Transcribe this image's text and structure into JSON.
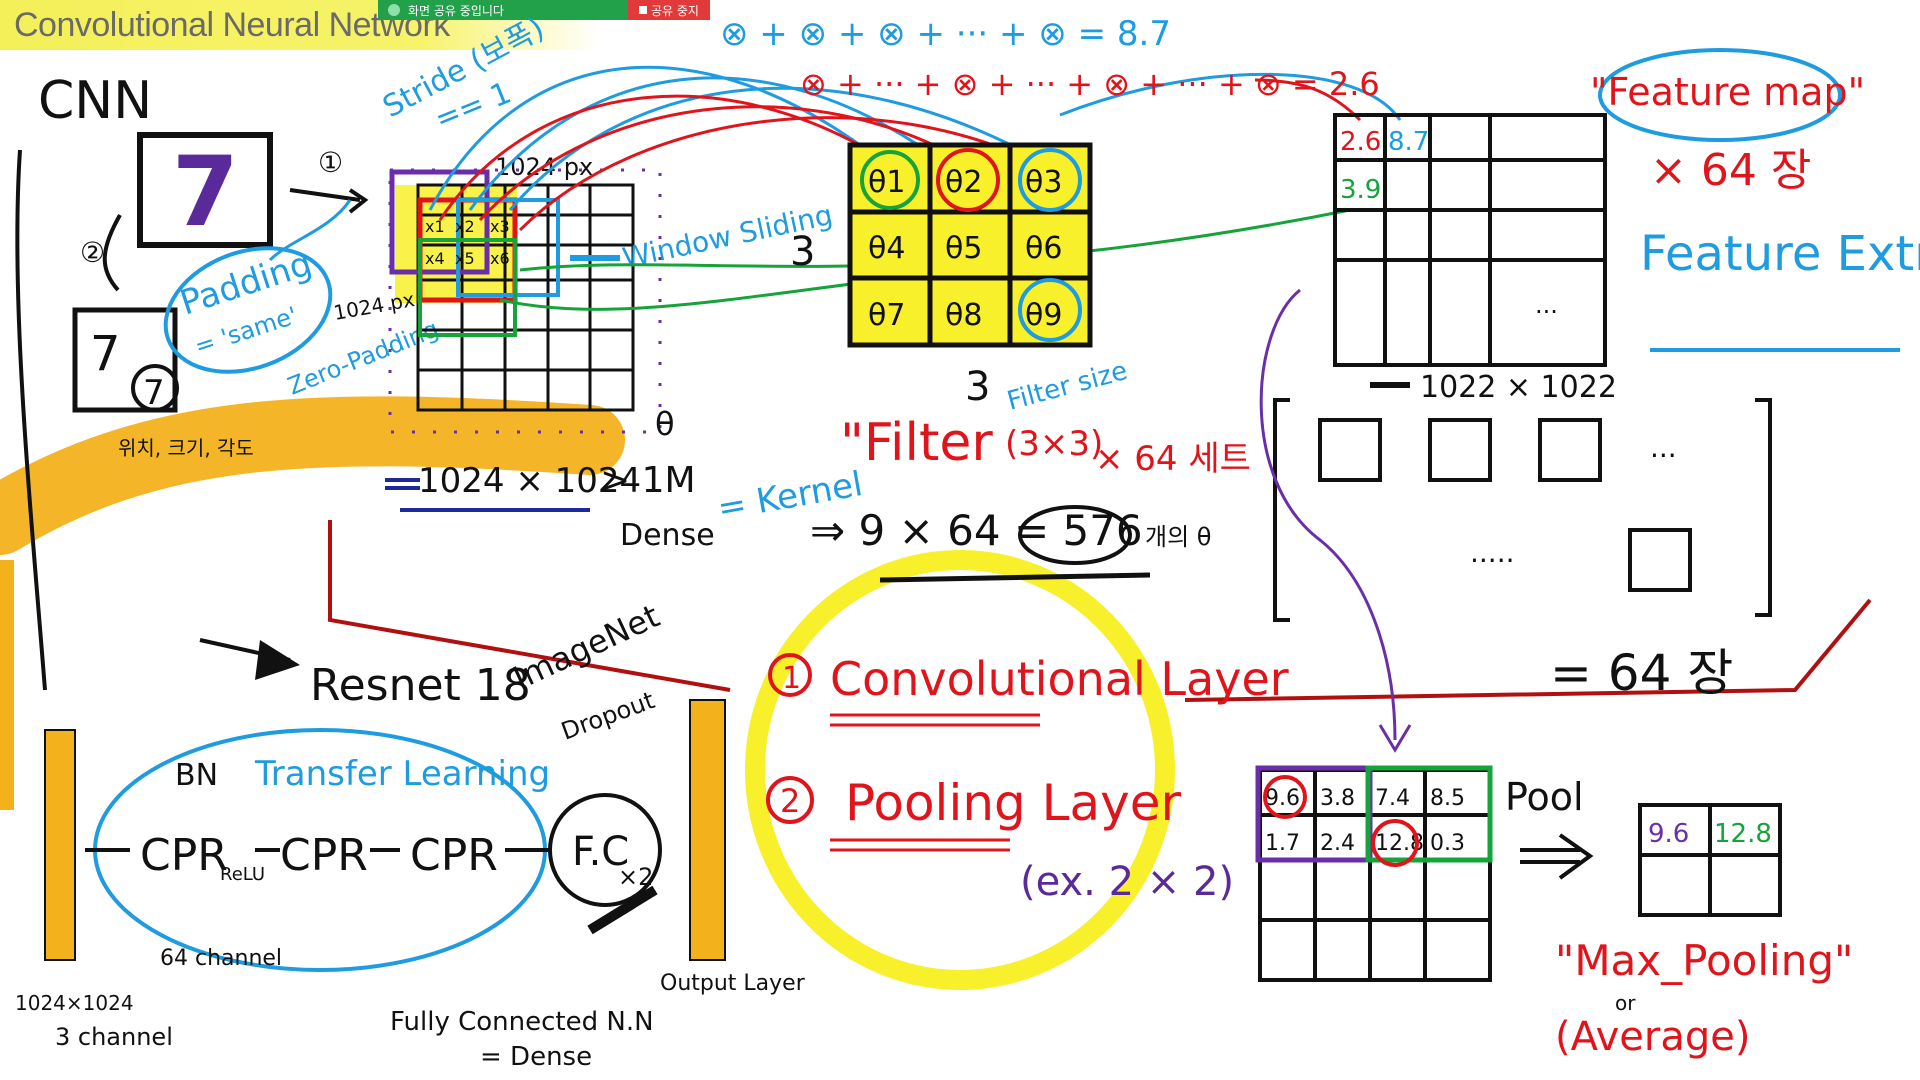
{
  "header": {
    "title": "Convolutional Neural Network",
    "share_status": "화면 공유 중입니다",
    "stop_share_label": "공유 중지"
  },
  "colors": {
    "black": "#111111",
    "blue": "#1f9be0",
    "red": "#e0141b",
    "green": "#16a33a",
    "purple": "#6a2fa8",
    "yellow": "#f7f02a",
    "orange": "#f3b21c",
    "darkblue": "#1c2a9a"
  },
  "left": {
    "cnn_label": "CNN",
    "digit": "7",
    "step1": "①",
    "step2": "②",
    "small_digit": "7",
    "circled_digit": "7",
    "position_note": "위치, 크기, 각도",
    "padding_label": "Padding",
    "padding_value": "= 'same'",
    "zero_padding": "Zero-Padding",
    "stride_label": "Stride (보폭)",
    "stride_value": "== 1",
    "px_top": "1024 px",
    "px_left": "1024 px",
    "window_sliding": "Window Sliding",
    "input_cells": [
      "x1",
      "x2",
      "x3",
      "x4",
      "x5",
      "x6"
    ],
    "theta_symbol": "θ",
    "size_line": "1024 × 1024",
    "gt_1m": "> 1M",
    "dense": "Dense"
  },
  "sums": {
    "blue_sum": "⊗ + ⊗ + ⊗ + ··· + ⊗ = 8.7",
    "red_sum": "⊗ + ··· + ⊗ + ··· + ⊗ + ··· + ⊗ = 2.6"
  },
  "filter": {
    "thetas": [
      "θ1",
      "θ2",
      "θ3",
      "θ4",
      "θ5",
      "θ6",
      "θ7",
      "θ8",
      "θ9"
    ],
    "dim_left": "3",
    "dim_bottom": "3",
    "title": "\"Filter",
    "kernel": "= Kernel",
    "filter_size": "Filter size",
    "size": "(3×3)",
    "count": "× 64 세트",
    "params": "⇒ 9 × 64 = 576",
    "params_unit": "개의 θ"
  },
  "feature_map": {
    "title": "\"Feature map\"",
    "count": "× 64 장",
    "extraction": "Feature Extraction",
    "values": [
      "2.6",
      "8.7",
      "3.9"
    ],
    "dims": "1022 × 1022",
    "total": "= 64 장",
    "dots": "···",
    "dots2": "·····"
  },
  "resnet": {
    "label": "Resnet 18",
    "imagenet": "ImageNet",
    "bn": "BN",
    "transfer": "Transfer Learning",
    "cpr1": "CPR",
    "relu": "ReLU",
    "cpr2": "CPR",
    "cpr3": "CPR",
    "fc": "F.C",
    "fc_times": "×2",
    "dropout": "Dropout",
    "channels": "64 channel",
    "fully": "Fully Connected N.N",
    "dense": "= Dense",
    "output": "Output Layer",
    "input_size": "1024×1024",
    "input_channel": "3 channel"
  },
  "layers": {
    "conv_num": "1",
    "conv": "Convolutional Layer",
    "pool_num": "2",
    "pool": "Pooling Layer",
    "pool_ex": "(ex. 2 × 2)"
  },
  "pooling": {
    "grid": [
      "9.6",
      "3.8",
      "7.4",
      "8.5",
      "1.7",
      "2.4",
      "12.8",
      "0.3"
    ],
    "pool_label": "Pool",
    "result": [
      "9.6",
      "12.8"
    ],
    "max_pooling": "\"Max_Pooling\"",
    "or": "or",
    "average": "(Average)"
  }
}
